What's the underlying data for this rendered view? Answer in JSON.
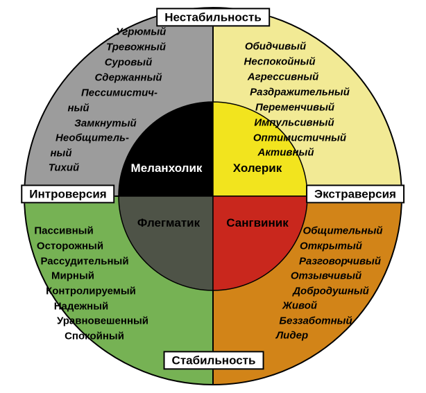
{
  "axes": {
    "top": "Нестабильность",
    "bottom": "Стабильность",
    "left": "Интроверсия",
    "right": "Экстраверсия"
  },
  "quadrants": {
    "melancholic": {
      "name": "Меланхолик",
      "outer_color": "#9c9c9c",
      "inner_color": "#000000",
      "title_color": "#ffffff",
      "traits": [
        "Угрюмый",
        "Тревожный",
        "Суровый",
        "Сдержанный",
        "Пессимистич-",
        "ный",
        "Замкнутый",
        "Необщитель-",
        "ный",
        "Тихий"
      ]
    },
    "choleric": {
      "name": "Холерик",
      "outer_color": "#f2ea95",
      "inner_color": "#f2e41e",
      "title_color": "#000000",
      "traits": [
        "Обидчивый",
        "Неспокойный",
        "Агрессивный",
        "Раздражительный",
        "Переменчивый",
        "Импульсивный",
        "Оптимистичный",
        "Активный"
      ]
    },
    "phlegmatic": {
      "name": "Флегматик",
      "outer_color": "#76b254",
      "inner_color": "#4e5347",
      "title_color": "#000000",
      "traits": [
        "Пассивный",
        "Осторожный",
        "Рассудительный",
        "Мирный",
        "Контролируемый",
        "Надежный",
        "Уравновешенный",
        "Спокойный"
      ]
    },
    "sanguine": {
      "name": "Сангвиник",
      "outer_color": "#d28418",
      "inner_color": "#c9271d",
      "title_color": "#000000",
      "traits": [
        "Общительный",
        "Открытый",
        "Разговорчивый",
        "Отзывчивый",
        "Добродушный",
        "Живой",
        "Беззаботный",
        "Лидер"
      ]
    }
  }
}
